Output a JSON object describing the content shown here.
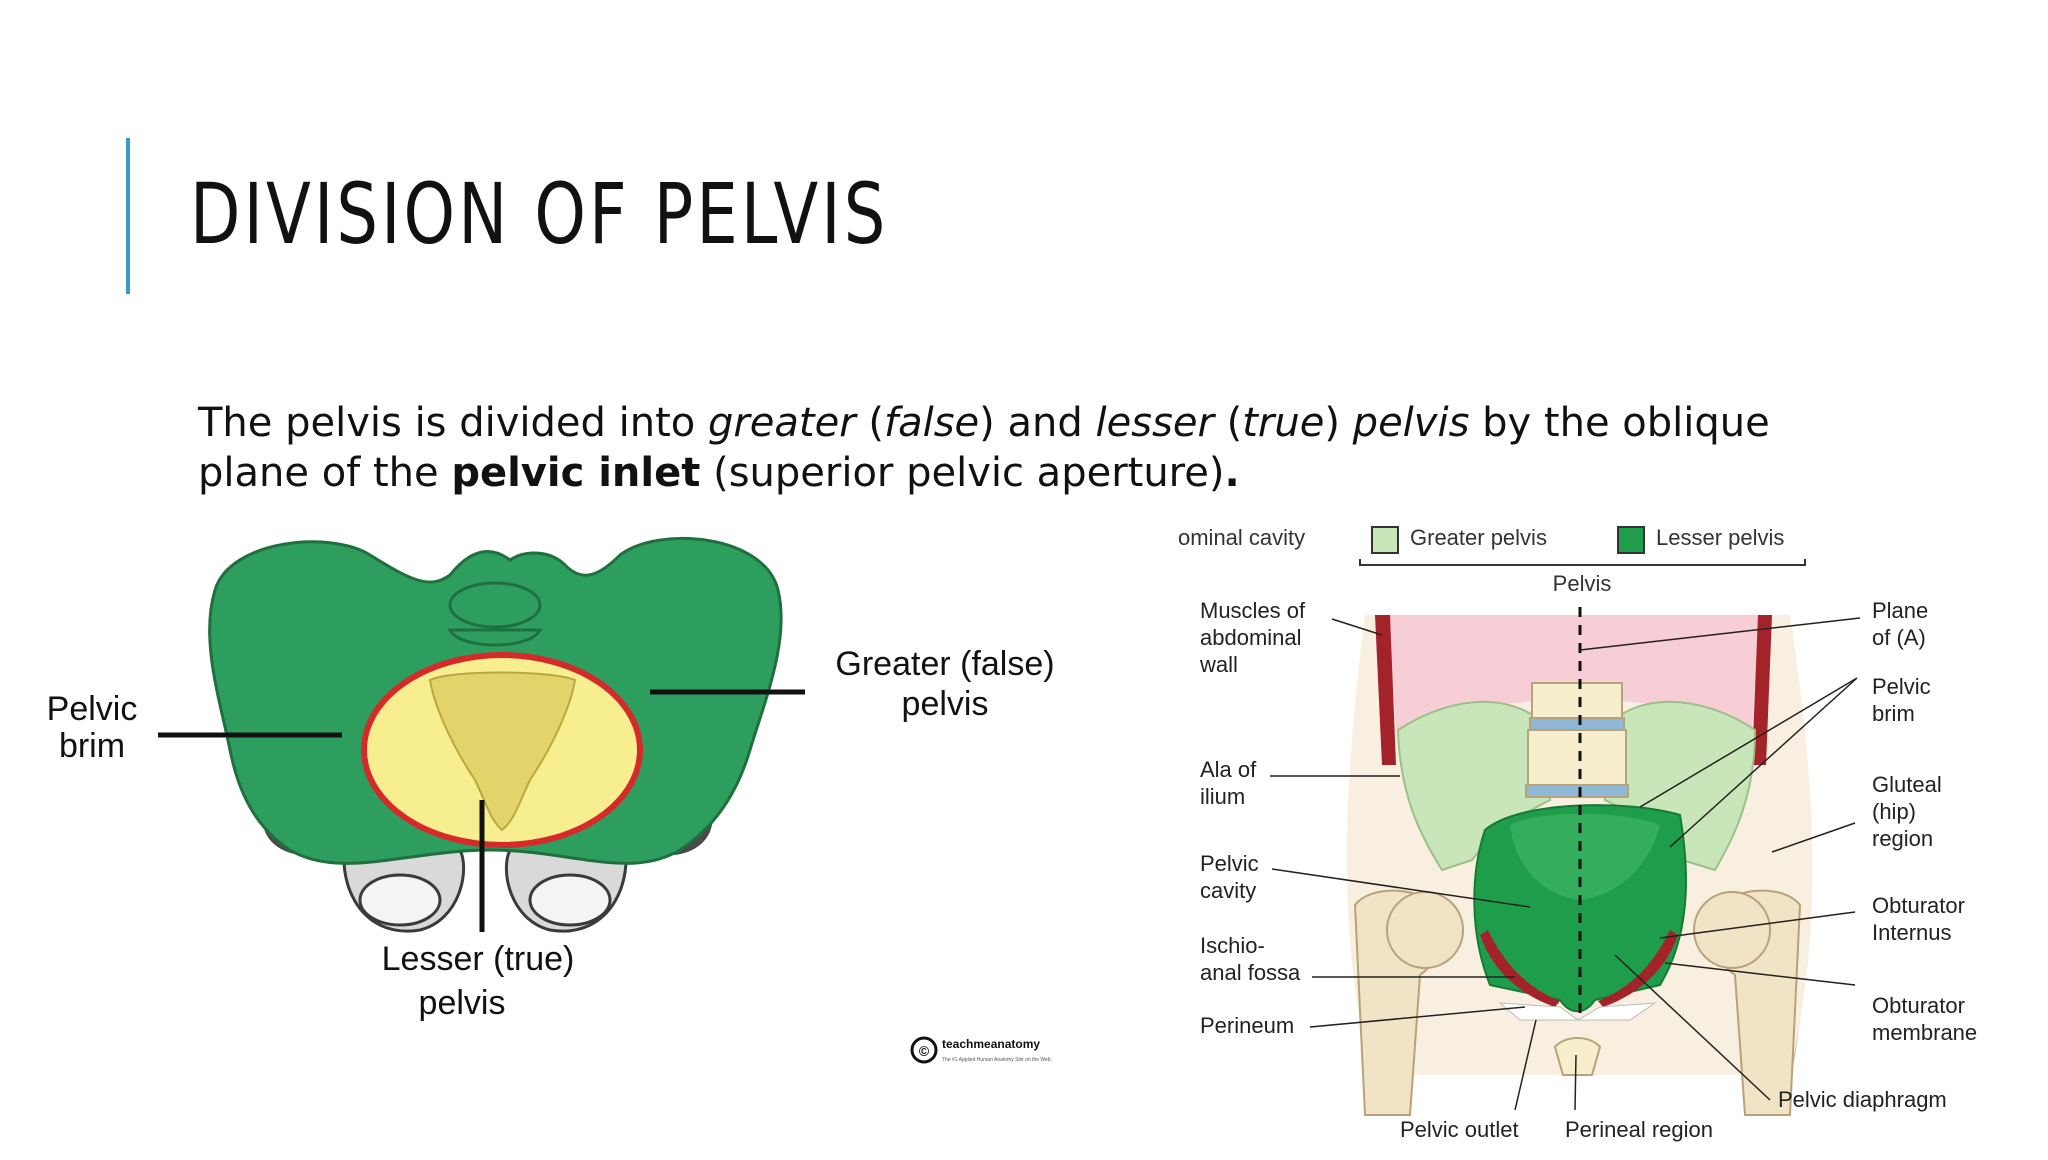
{
  "slide": {
    "title": "DIVISION OF PELVIS",
    "body": {
      "p1": "The pelvis is divided into ",
      "greater": "greater",
      "p2": " (",
      "false": "false",
      "p3": ") and ",
      "lesser": "lesser",
      "p4": " (",
      "true": "true",
      "p5": ") ",
      "pelvis": "pelvis",
      "p6": " by the oblique plane of the ",
      "inlet": "pelvic inlet",
      "p7": " (superior pelvic aperture)",
      "p8": "."
    }
  },
  "left_figure": {
    "labels": {
      "pelvic_brim_1": "Pelvic",
      "pelvic_brim_2": "brim",
      "greater_1": "Greater (false)",
      "greater_2": "pelvis",
      "lesser_1": "Lesser (true)",
      "lesser_2": "pelvis"
    },
    "credit": {
      "symbol": "©",
      "brand": "teachmeanatomy",
      "tagline": "The #1 Applied Human Anatomy Site on the Web."
    },
    "colors": {
      "bone": "#2e9e5e",
      "inlet": "#f7ee8f",
      "inlet_outline": "#d62a2a"
    }
  },
  "right_figure": {
    "legend": {
      "abdominal": "ominal cavity",
      "greater": "Greater pelvis",
      "lesser": "Lesser pelvis",
      "pelvis": "Pelvis"
    },
    "labels": {
      "muscles_1": "Muscles of",
      "muscles_2": "abdominal",
      "muscles_3": "wall",
      "ala_1": "Ala of",
      "ala_2": "ilium",
      "cavity_1": "Pelvic",
      "cavity_2": "cavity",
      "ischio_1": "Ischio-",
      "ischio_2": "anal fossa",
      "perineum": "Perineum",
      "plane_1": "Plane",
      "plane_2": "of (A)",
      "brim_1": "Pelvic",
      "brim_2": "brim",
      "gluteal_1": "Gluteal",
      "gluteal_2": "(hip)",
      "gluteal_3": "region",
      "obint_1": "Obturator",
      "obint_2": "Internus",
      "obmem_1": "Obturator",
      "obmem_2": "membrane",
      "diaphragm": "Pelvic diaphragm",
      "outlet": "Pelvic outlet",
      "perineal": "Perineal region"
    },
    "colors": {
      "greater": "#c8e6b9",
      "lesser": "#1e9e4a",
      "abdominal": "#f7cdd6",
      "muscle": "#a4232a",
      "bone": "#f0e3c6",
      "disc": "#8fb7d6"
    }
  }
}
